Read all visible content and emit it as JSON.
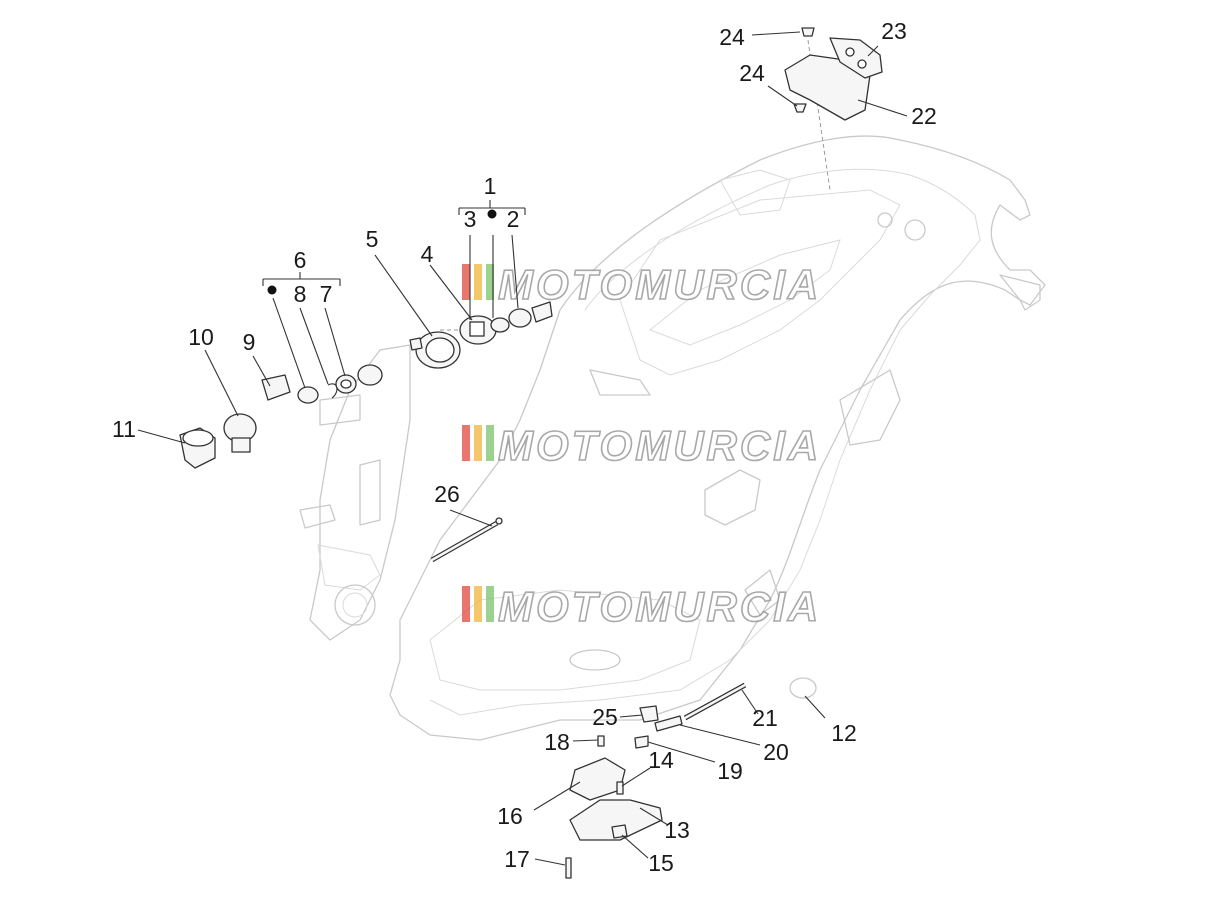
{
  "watermark": {
    "text": "MOTOMURCIA",
    "stripe_colors": [
      "#e0483c",
      "#f0b43a",
      "#7cc26b"
    ]
  },
  "callouts": {
    "c1": "1",
    "c2": "2",
    "c3": "3",
    "c4": "4",
    "c5": "5",
    "c6": "6",
    "c7": "7",
    "c8": "8",
    "c9": "9",
    "c10": "10",
    "c11": "11",
    "c12": "12",
    "c13": "13",
    "c14": "14",
    "c15": "15",
    "c16": "16",
    "c17": "17",
    "c18": "18",
    "c19": "19",
    "c20": "20",
    "c21": "21",
    "c22": "22",
    "c23": "23",
    "c24a": "24",
    "c24b": "24",
    "c25": "25",
    "c26": "26"
  }
}
